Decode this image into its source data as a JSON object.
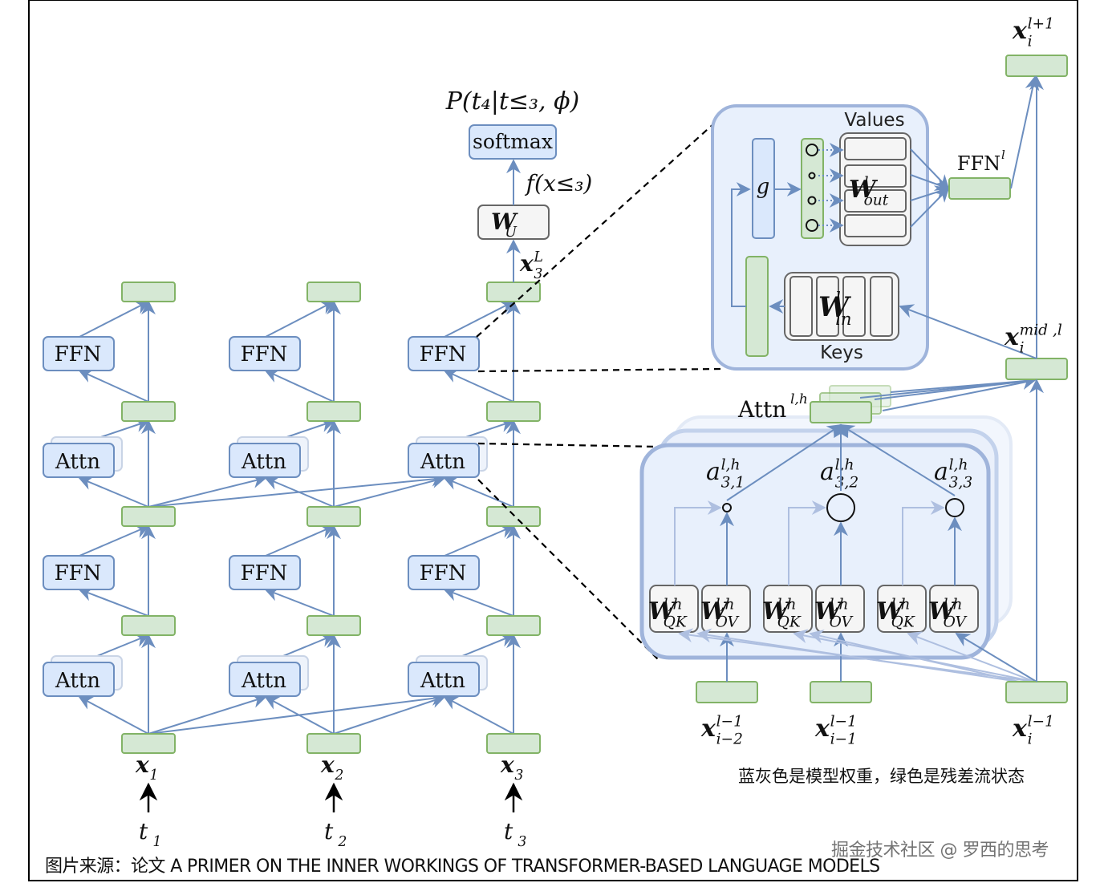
{
  "colors": {
    "weight_fill": "#dae8fc",
    "weight_stroke": "#6c8ebf",
    "state_fill": "#d5e8d4",
    "state_stroke": "#82b366",
    "arrow": "#6c8ebf",
    "matrix_fill": "#f5f5f5",
    "matrix_stroke": "#666666",
    "panel_fill": "#e8f0fc",
    "panel_stroke": "#9fb4db"
  },
  "left_stack": {
    "output_label": "P(t₄|t≤₃, ϕ)",
    "softmax_label": "softmax",
    "logit_label": "f(x≤₃)",
    "unembed_label": "W",
    "unembed_sub": "U",
    "final_state_label": "x",
    "final_state_sup": "L",
    "final_state_sub": "3",
    "columns": [
      {
        "state_label": "x",
        "state_sub": "1",
        "token": "t",
        "token_sub": "1"
      },
      {
        "state_label": "x",
        "state_sub": "2",
        "token": "t",
        "token_sub": "2"
      },
      {
        "state_label": "x",
        "state_sub": "3",
        "token": "t",
        "token_sub": "3"
      }
    ],
    "ffn_label": "FFN",
    "attn_label": "Attn"
  },
  "ffn_detail": {
    "values_label": "Values",
    "keys_label": "Keys",
    "gate_label": "g",
    "w_out": "W",
    "w_out_sup": "l",
    "w_out_sub": "out",
    "w_in": "W",
    "w_in_sup": "l",
    "w_in_sub": "in",
    "ffn_out_label": "FFN",
    "ffn_out_sup": "l",
    "x_next": "x",
    "x_next_sup": "l+1",
    "x_next_sub": "i",
    "x_mid": "x",
    "x_mid_sup": "mid ,l",
    "x_mid_sub": "i"
  },
  "attn_detail": {
    "attn_label": "Attn",
    "attn_sup": "l,h",
    "weights": [
      {
        "a": "a",
        "sup": "l,h",
        "sub": "3,1"
      },
      {
        "a": "a",
        "sup": "l,h",
        "sub": "3,2"
      },
      {
        "a": "a",
        "sup": "l,h",
        "sub": "3,3"
      }
    ],
    "qk": "W",
    "qk_sup": "l,h",
    "qk_sub": "QK",
    "ov": "W",
    "ov_sup": "l,h",
    "ov_sub": "OV",
    "inputs": [
      {
        "x": "x",
        "sup": "l−1",
        "sub": "i−2"
      },
      {
        "x": "x",
        "sup": "l−1",
        "sub": "i−1"
      },
      {
        "x": "x",
        "sup": "l−1",
        "sub": "i"
      }
    ]
  },
  "legend_note": "蓝灰色是模型权重，绿色是残差流状态",
  "caption": "图片来源：论文 A PRIMER ON THE INNER WORKINGS OF TRANSFORMER-BASED LANGUAGE MODELS",
  "watermark": "掘金技术社区 @ 罗西的思考"
}
